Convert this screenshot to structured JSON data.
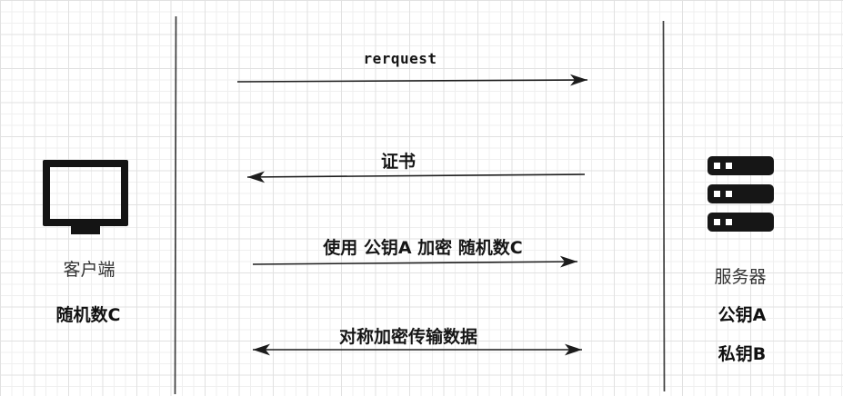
{
  "diagram": {
    "title": "client-server tls handshake sequence",
    "client": {
      "label": "客户端",
      "note": "随机数C"
    },
    "server": {
      "label": "服务器",
      "note_public_key": "公钥A",
      "note_private_key": "私钥B"
    },
    "messages": [
      {
        "label": "rerquest",
        "direction": "left-to-right"
      },
      {
        "label": "证书",
        "direction": "right-to-left"
      },
      {
        "label": "使用 公钥A 加密 随机数C",
        "direction": "left-to-right"
      },
      {
        "label": "对称加密传输数据",
        "direction": "bidirectional"
      }
    ],
    "colors": {
      "ink": "#1c1c1c",
      "lifeline": "#3c3c3c",
      "grid_minor": "#efefef",
      "grid_major": "#e1e1e1",
      "background": "#ffffff"
    }
  }
}
